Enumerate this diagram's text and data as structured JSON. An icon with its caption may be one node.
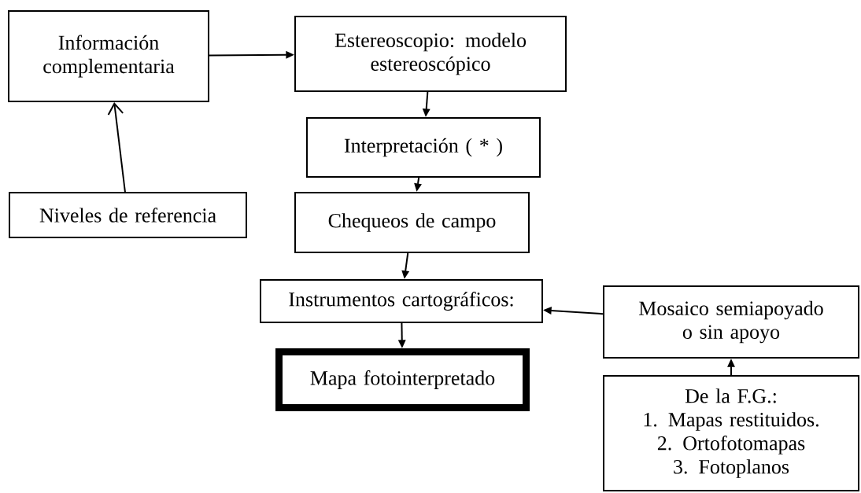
{
  "diagram": {
    "nodes": [
      {
        "text": [
          "Información complementaria"
        ]
      },
      {
        "text": [
          "Estereoscopio: modelo estereoscópico"
        ]
      },
      {
        "text": [
          "Interpretación ( * )"
        ]
      },
      {
        "text": [
          "Niveles de referencia"
        ]
      },
      {
        "text": [
          "Chequeos de campo"
        ]
      },
      {
        "text": [
          "Instrumentos cartográficos:"
        ]
      },
      {
        "text": [
          "Mapa fotointerpretado"
        ]
      },
      {
        "text": [
          "Mosaico semiapoyado o sin apoyo"
        ]
      },
      {
        "text": [
          "De la F.G.:",
          "1. Mapas restituidos.",
          "2. Ortofotomapas",
          "3. Fotoplanos"
        ]
      }
    ],
    "edges": [
      {
        "from": 0,
        "to": 1,
        "arrow": "to"
      },
      {
        "from": 3,
        "to": 0,
        "arrow": "to"
      },
      {
        "from": 1,
        "to": 2,
        "arrow": "to"
      },
      {
        "from": 2,
        "to": 4,
        "arrow": "to"
      },
      {
        "from": 4,
        "to": 5,
        "arrow": "to"
      },
      {
        "from": 5,
        "to": 6,
        "arrow": "to"
      },
      {
        "from": 7,
        "to": 5,
        "arrow": "to"
      },
      {
        "from": 8,
        "to": 7,
        "arrow": "to"
      }
    ]
  }
}
